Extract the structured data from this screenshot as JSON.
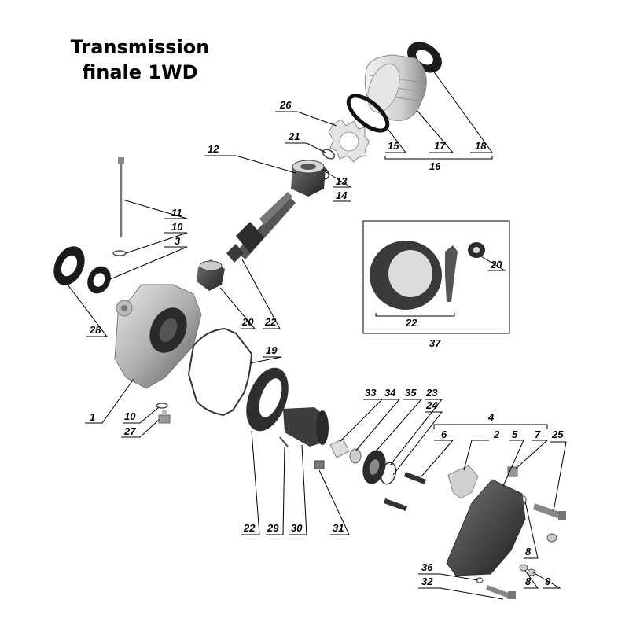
{
  "title": {
    "line1": "Transmission",
    "line2": "finale 1WD"
  },
  "callouts": {
    "n1": "1",
    "n2": "2",
    "n3": "3",
    "n4": "4",
    "n5": "5",
    "n6": "6",
    "n7": "7",
    "n8a": "8",
    "n8b": "8",
    "n9": "9",
    "n10a": "10",
    "n10b": "10",
    "n11": "11",
    "n12": "12",
    "n13": "13",
    "n14": "14",
    "n15": "15",
    "n16": "16",
    "n17": "17",
    "n18": "18",
    "n19": "19",
    "n20a": "20",
    "n20b": "20",
    "n21": "21",
    "n22a": "22",
    "n22b": "22",
    "n22c": "22",
    "n23": "23",
    "n24": "24",
    "n25": "25",
    "n26": "26",
    "n27": "27",
    "n28": "28",
    "n29": "29",
    "n30": "30",
    "n31": "31",
    "n32": "32",
    "n33": "33",
    "n34": "34",
    "n35": "35",
    "n36": "36",
    "n37": "37"
  }
}
